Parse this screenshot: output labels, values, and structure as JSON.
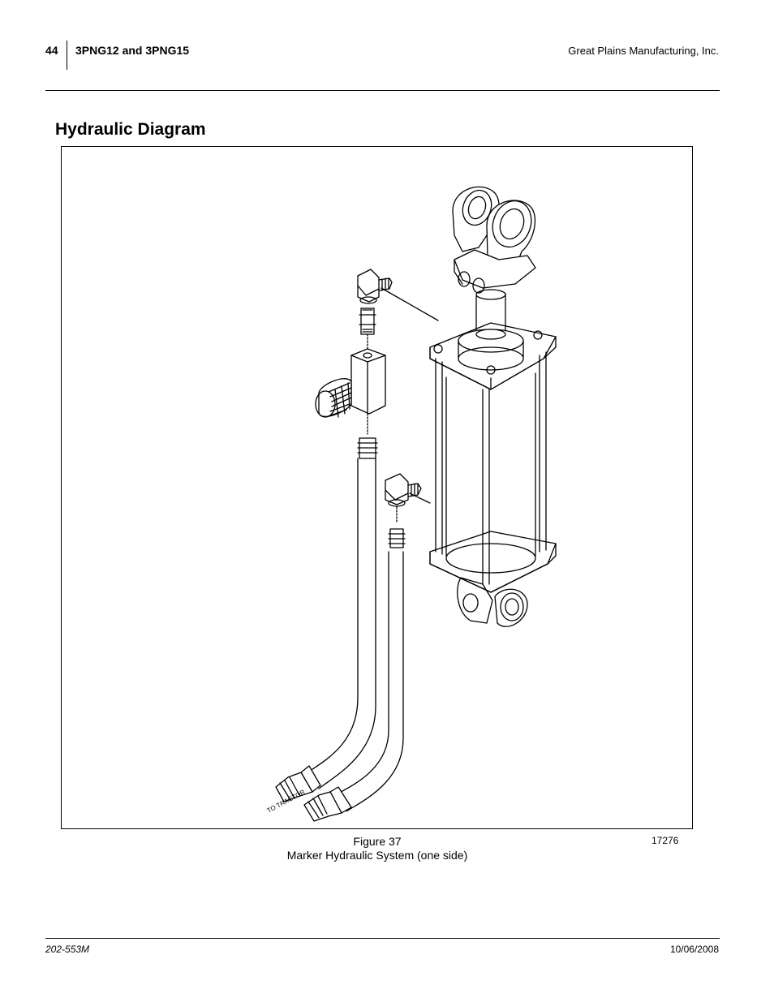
{
  "header": {
    "page_number": "44",
    "model": "3PNG12 and 3PNG15",
    "company": "Great Plains Manufacturing, Inc."
  },
  "section": {
    "title": "Hydraulic Diagram"
  },
  "figure": {
    "number": "Figure 37",
    "caption": "Marker Hydraulic System (one side)",
    "image_id": "17276",
    "hose_label": "TO TRACTOR"
  },
  "footer": {
    "doc_number": "202-553M",
    "date": "10/06/2008"
  }
}
